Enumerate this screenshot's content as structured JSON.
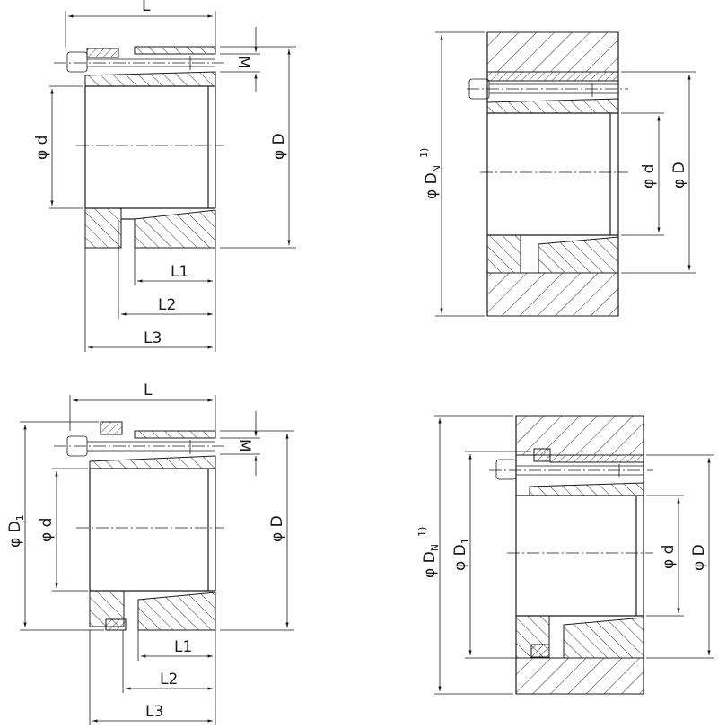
{
  "labels": {
    "L": "L",
    "L1": "L1",
    "L2": "L2",
    "L3": "L3",
    "M": "M",
    "d": "φ d",
    "D": "φ D",
    "D1": "φ D",
    "D1_sub": "1",
    "DN": "φ D",
    "DN_sub": "N",
    "DN_note": "1)"
  },
  "colors": {
    "line": "#1a1a1a",
    "background": "#ffffff"
  }
}
